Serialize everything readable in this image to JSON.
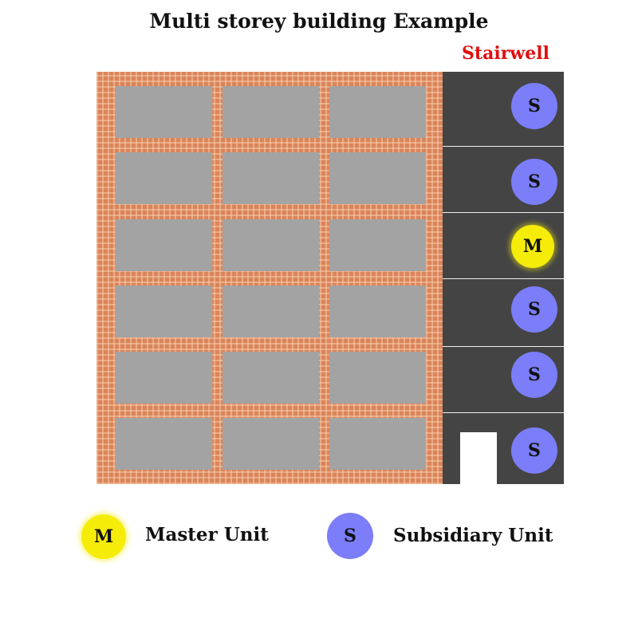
{
  "title": "Multi storey building Example",
  "stairwell_label": "Stairwell",
  "floors": [
    {
      "unit": "S"
    },
    {
      "unit": "S"
    },
    {
      "unit": "M"
    },
    {
      "unit": "S"
    },
    {
      "unit": "S"
    },
    {
      "unit": "S"
    }
  ],
  "legend": {
    "master": {
      "symbol": "M",
      "label": "Master Unit"
    },
    "subsidiary": {
      "symbol": "S",
      "label": "Subsidiary Unit"
    }
  },
  "colors": {
    "master": "#f5ec0a",
    "subsidiary": "#7b7ef8",
    "brick": "#d9855c",
    "window": "#a3a3a3",
    "stairwell": "#444444",
    "stairwell_label": "#e01010"
  }
}
